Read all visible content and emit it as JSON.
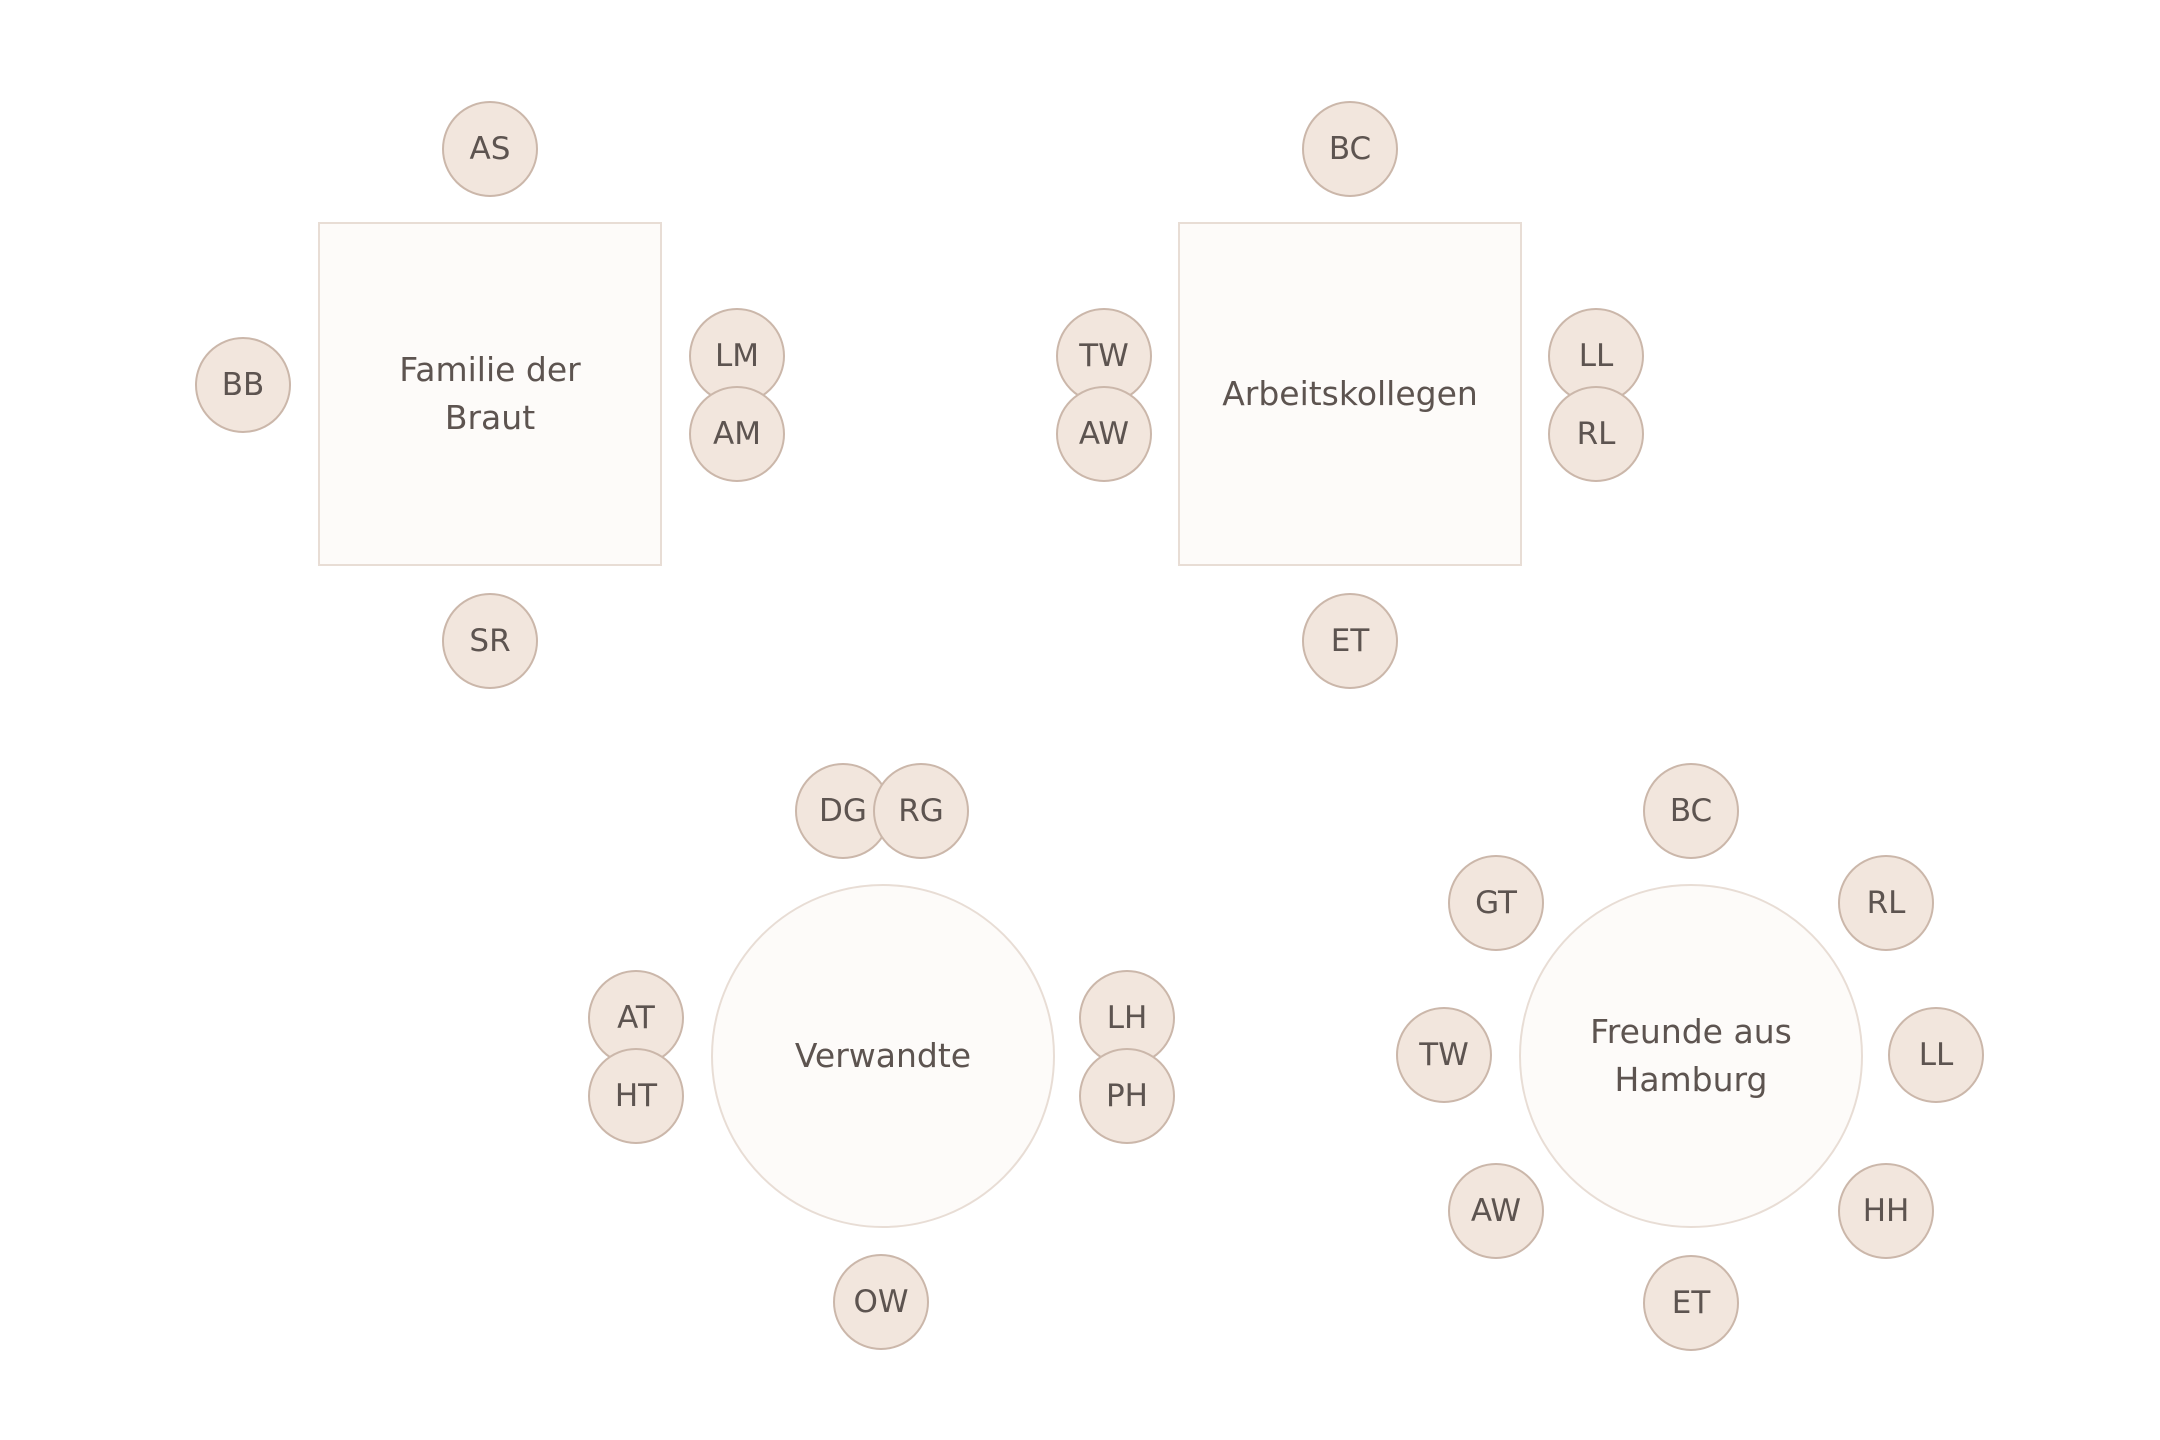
{
  "floor_plan": {
    "tables": [
      {
        "id": "t1",
        "shape": "square",
        "label": "Familie der Braut",
        "seats": [
          "AS",
          "BB",
          "LM",
          "AM",
          "SR"
        ]
      },
      {
        "id": "t2",
        "shape": "square",
        "label": "Arbeitskollegen",
        "seats": [
          "BC",
          "TW",
          "AW",
          "LL",
          "RL",
          "ET"
        ]
      },
      {
        "id": "t3",
        "shape": "round",
        "label": "Verwandte",
        "seats": [
          "DG",
          "RG",
          "AT",
          "HT",
          "LH",
          "PH",
          "OW"
        ]
      },
      {
        "id": "t4",
        "shape": "round",
        "label": "Freunde aus Hamburg",
        "seats": [
          "BC",
          "GT",
          "RL",
          "TW",
          "LL",
          "AW",
          "HH",
          "ET"
        ]
      }
    ]
  },
  "colors": {
    "table_fill": "#fdfbf9",
    "table_border": "#e8ddd5",
    "seat_fill": "#f2e6dd",
    "seat_border": "#cbb7aa",
    "text": "#5d5450"
  }
}
